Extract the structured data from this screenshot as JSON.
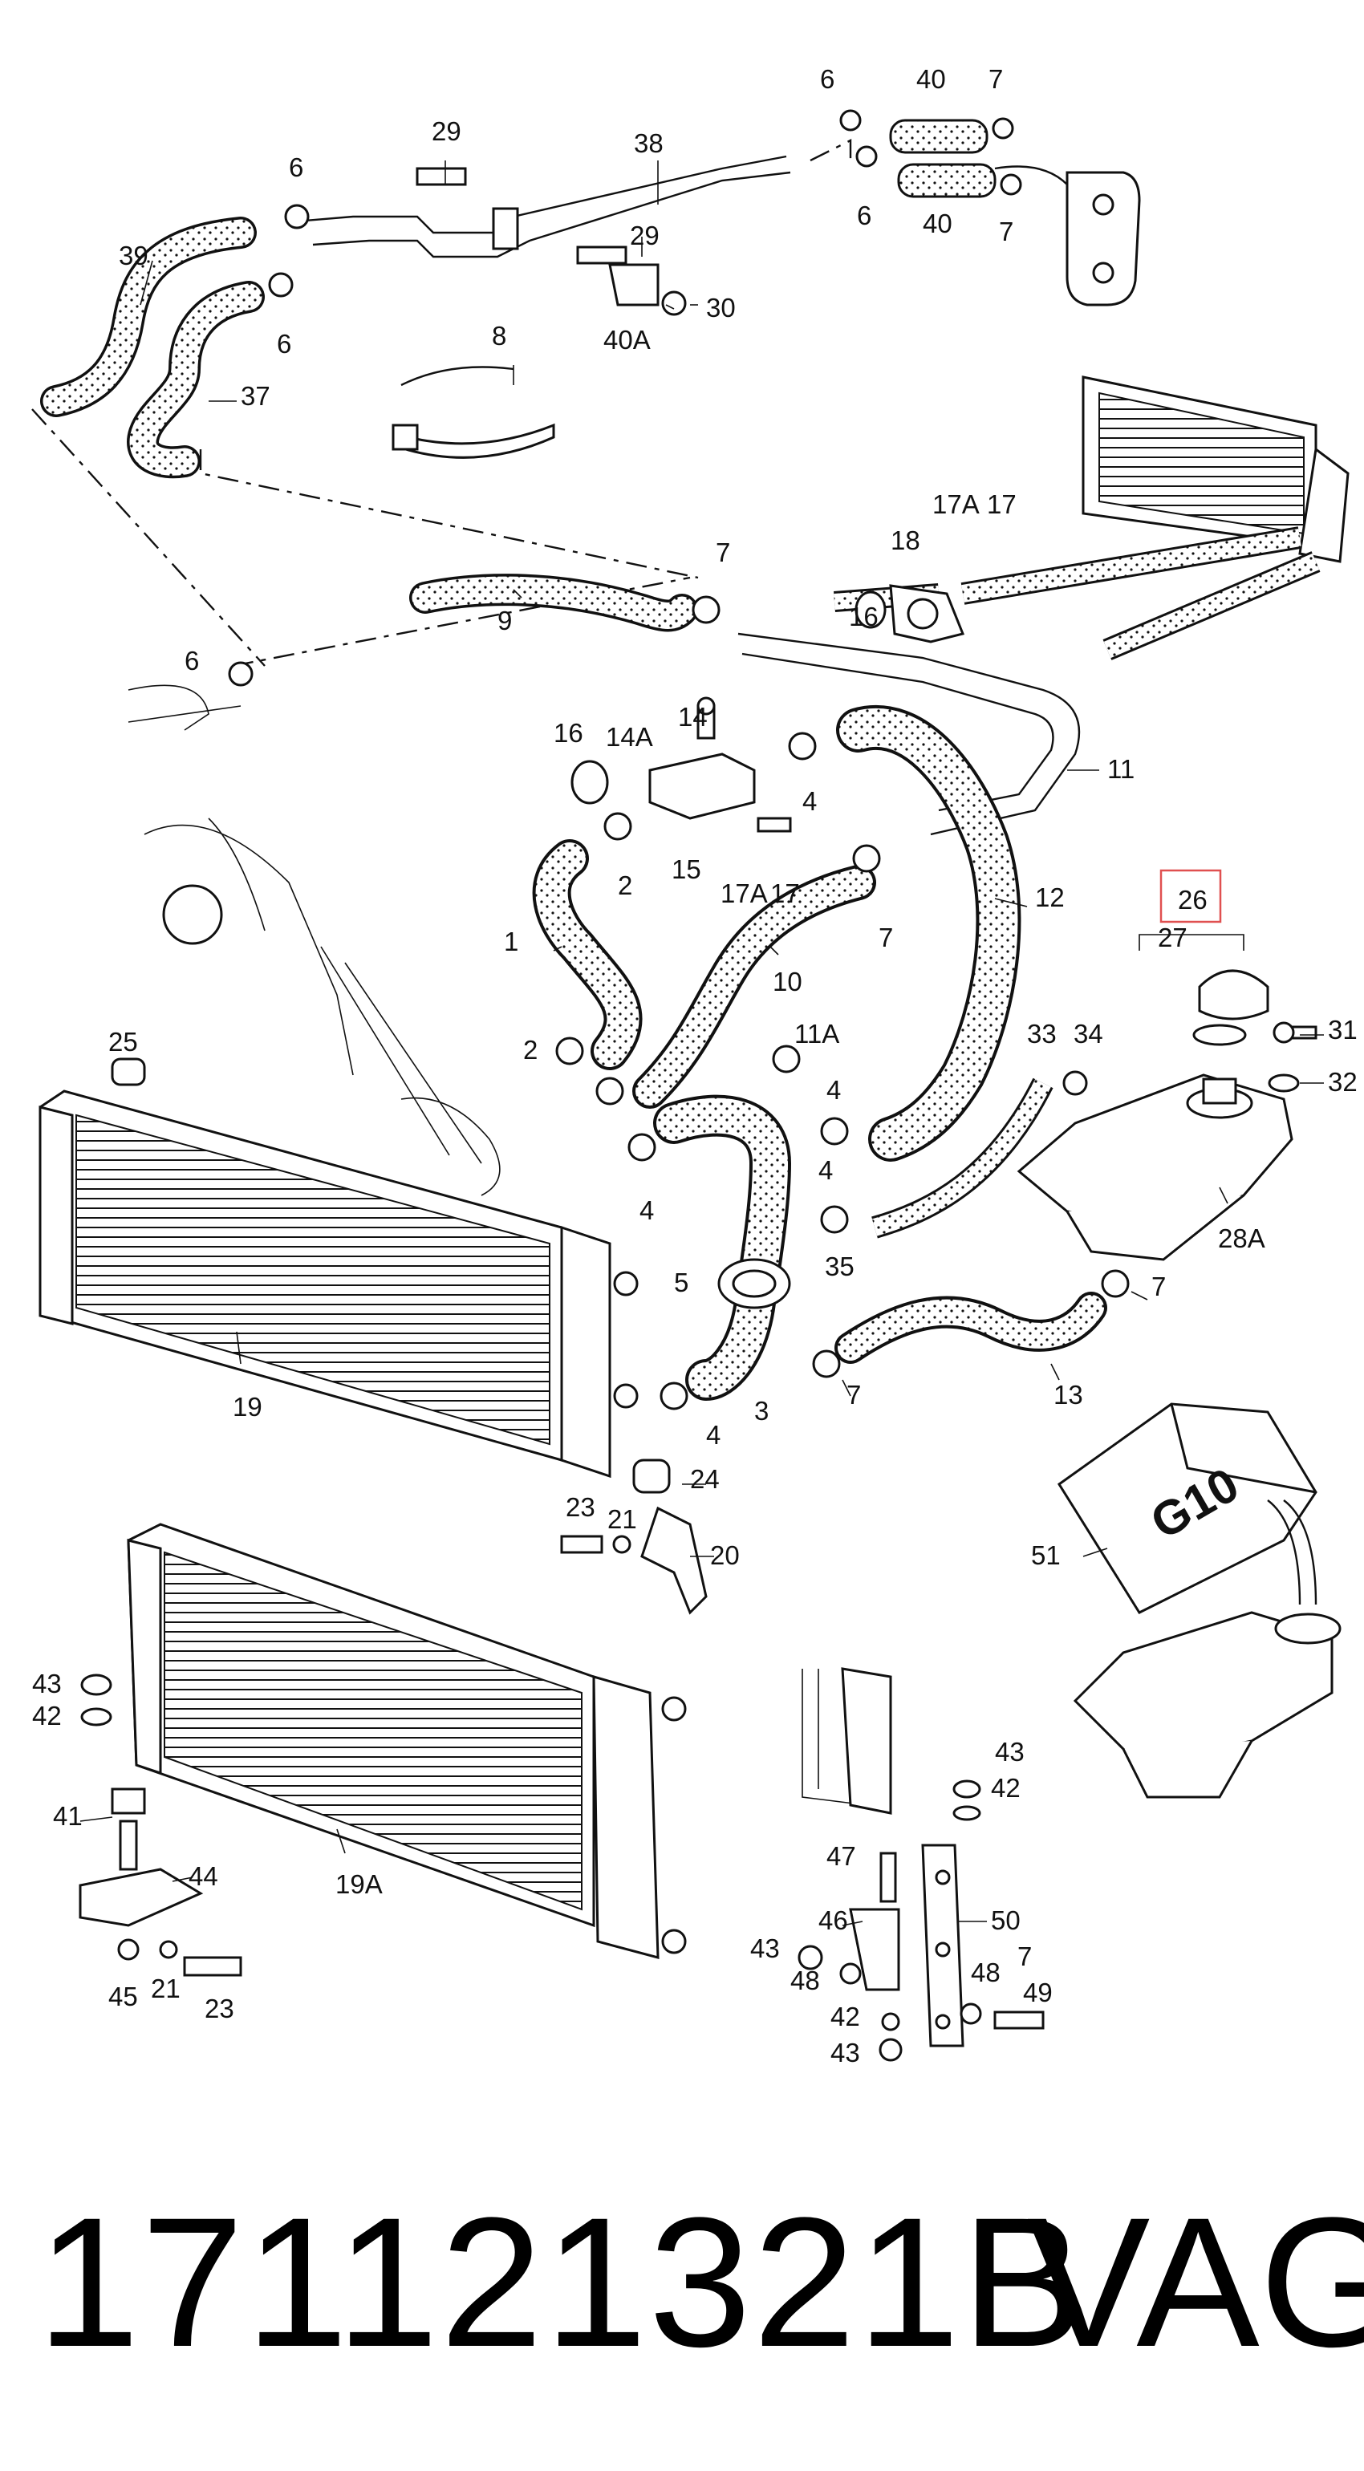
{
  "footer": {
    "part_number": "171121321B",
    "brand": "VAG"
  },
  "highlight": {
    "label": "26",
    "color": "#e05050"
  },
  "callouts": [
    "1",
    "2",
    "2",
    "3",
    "4",
    "4",
    "4",
    "4",
    "4",
    "5",
    "6",
    "6",
    "6",
    "6",
    "6",
    "7",
    "7",
    "7",
    "7",
    "7",
    "7",
    "7",
    "8",
    "9",
    "10",
    "11",
    "11A",
    "12",
    "13",
    "14",
    "14A",
    "15",
    "16",
    "16",
    "17",
    "17",
    "17A",
    "17A",
    "18",
    "19",
    "19A",
    "20",
    "21",
    "21",
    "23",
    "23",
    "24",
    "25",
    "26",
    "27",
    "28A",
    "29",
    "29",
    "30",
    "31",
    "32",
    "33",
    "34",
    "35",
    "37",
    "38",
    "39",
    "40",
    "40",
    "40A",
    "41",
    "42",
    "42",
    "42",
    "43",
    "43",
    "43",
    "43",
    "44",
    "45",
    "46",
    "47",
    "48",
    "48",
    "49",
    "50",
    "51"
  ],
  "container_marking": "G10"
}
